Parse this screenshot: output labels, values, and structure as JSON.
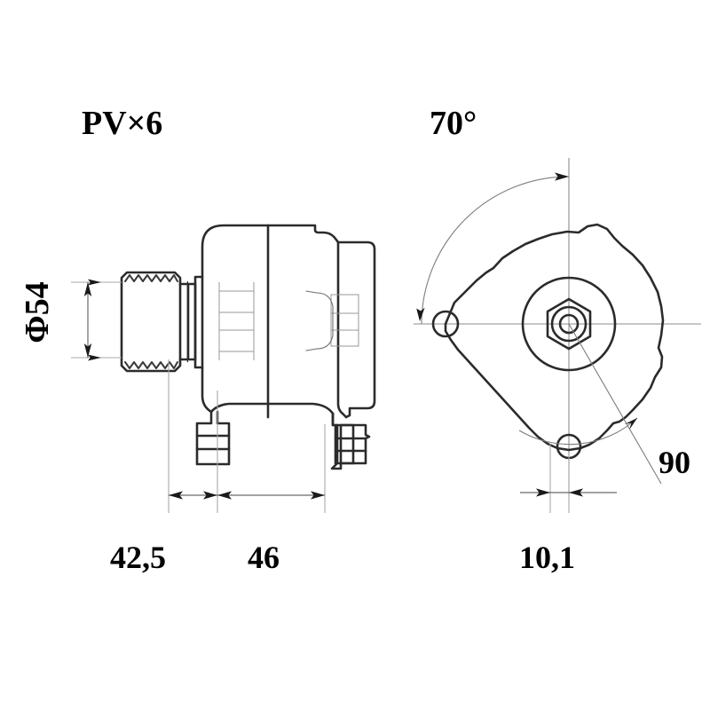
{
  "drawing": {
    "title": "Alternator technical dimension drawing",
    "background_color": "#ffffff",
    "line_color": "#2b2b2b",
    "thin_line_color": "#7d7d7d",
    "text_color": "#141414",
    "labels": {
      "pulley_spec": "PV×6",
      "angle_top": "70°",
      "diameter_left": "Φ54",
      "dim_pulley_offset": "42,5",
      "dim_body_length": "46",
      "dim_foot_width": "10,1",
      "angle_bottom": "90"
    },
    "views": {
      "side_view_name": "side-elevation-view",
      "front_view_name": "front-end-view"
    }
  }
}
